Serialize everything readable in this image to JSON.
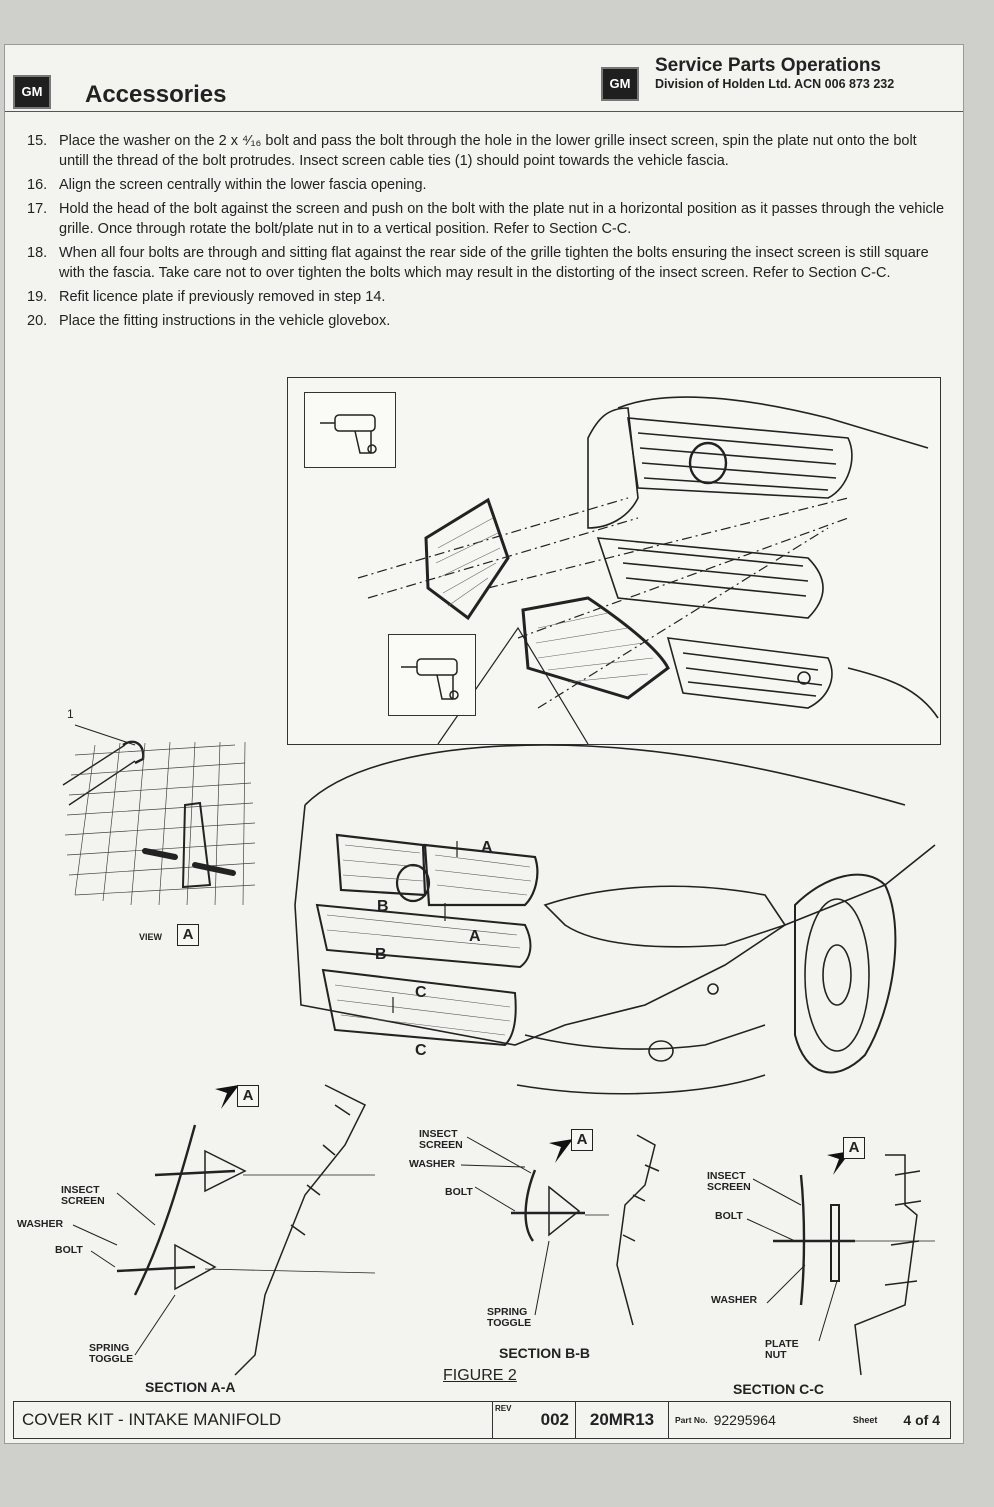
{
  "header": {
    "left_logo": "GM",
    "title": "Accessories",
    "right_logo": "GM",
    "org_name": "Service Parts Operations",
    "org_sub": "Division of Holden Ltd. ACN 006 873 232"
  },
  "steps": [
    {
      "num": "15.",
      "text": "Place the washer on the 2 x ⁴⁄₁₆ bolt and pass the bolt through the hole in the lower grille insect screen, spin the plate nut onto the bolt untill the thread of the bolt protrudes. Insect screen cable ties (1) should point towards the vehicle fascia."
    },
    {
      "num": "16.",
      "text": "Align the screen centrally within the lower fascia opening."
    },
    {
      "num": "17.",
      "text": "Hold the head of the bolt against the screen and push on the bolt with the plate nut in a horizontal position as it passes through the vehicle grille. Once through rotate the bolt/plate nut in to a vertical position. Refer to Section C-C."
    },
    {
      "num": "18.",
      "text": "When all four bolts are through and sitting flat against the rear side of the grille tighten the bolts ensuring the insect screen is still square with the fascia. Take care not to over tighten the bolts which may result in the distorting of the insect screen. Refer to Section C-C."
    },
    {
      "num": "19.",
      "text": "Refit licence plate if previously removed in step 14."
    },
    {
      "num": "20.",
      "text": "Place the fitting instructions in the vehicle glovebox."
    }
  ],
  "figure": {
    "view_label": "VIEW",
    "view_letter": "A",
    "callout_1": "1",
    "car_markers": [
      "A",
      "B",
      "A",
      "B",
      "C",
      "C"
    ],
    "section_a": {
      "title": "SECTION A-A",
      "letter": "A",
      "insect_screen": "INSECT SCREEN",
      "washer": "WASHER",
      "bolt": "BOLT",
      "spring_toggle": "SPRING TOGGLE"
    },
    "section_b": {
      "title": "SECTION B-B",
      "letter": "A",
      "insect_screen": "INSECT SCREEN",
      "washer": "WASHER",
      "bolt": "BOLT",
      "spring_toggle": "SPRING TOGGLE"
    },
    "section_c": {
      "title": "SECTION C-C",
      "letter": "A",
      "insect_screen": "INSECT SCREEN",
      "bolt": "BOLT",
      "washer": "WASHER",
      "plate_nut": "PLATE NUT"
    },
    "caption": "FIGURE 2"
  },
  "footer": {
    "title": "COVER KIT - INTAKE MANIFOLD",
    "rev_label": "REV",
    "rev": "002",
    "date_code": "20MR13",
    "part_label": "Part No.",
    "part_no": "92295964",
    "sheet_label": "Sheet",
    "sheet": "4 of 4"
  }
}
